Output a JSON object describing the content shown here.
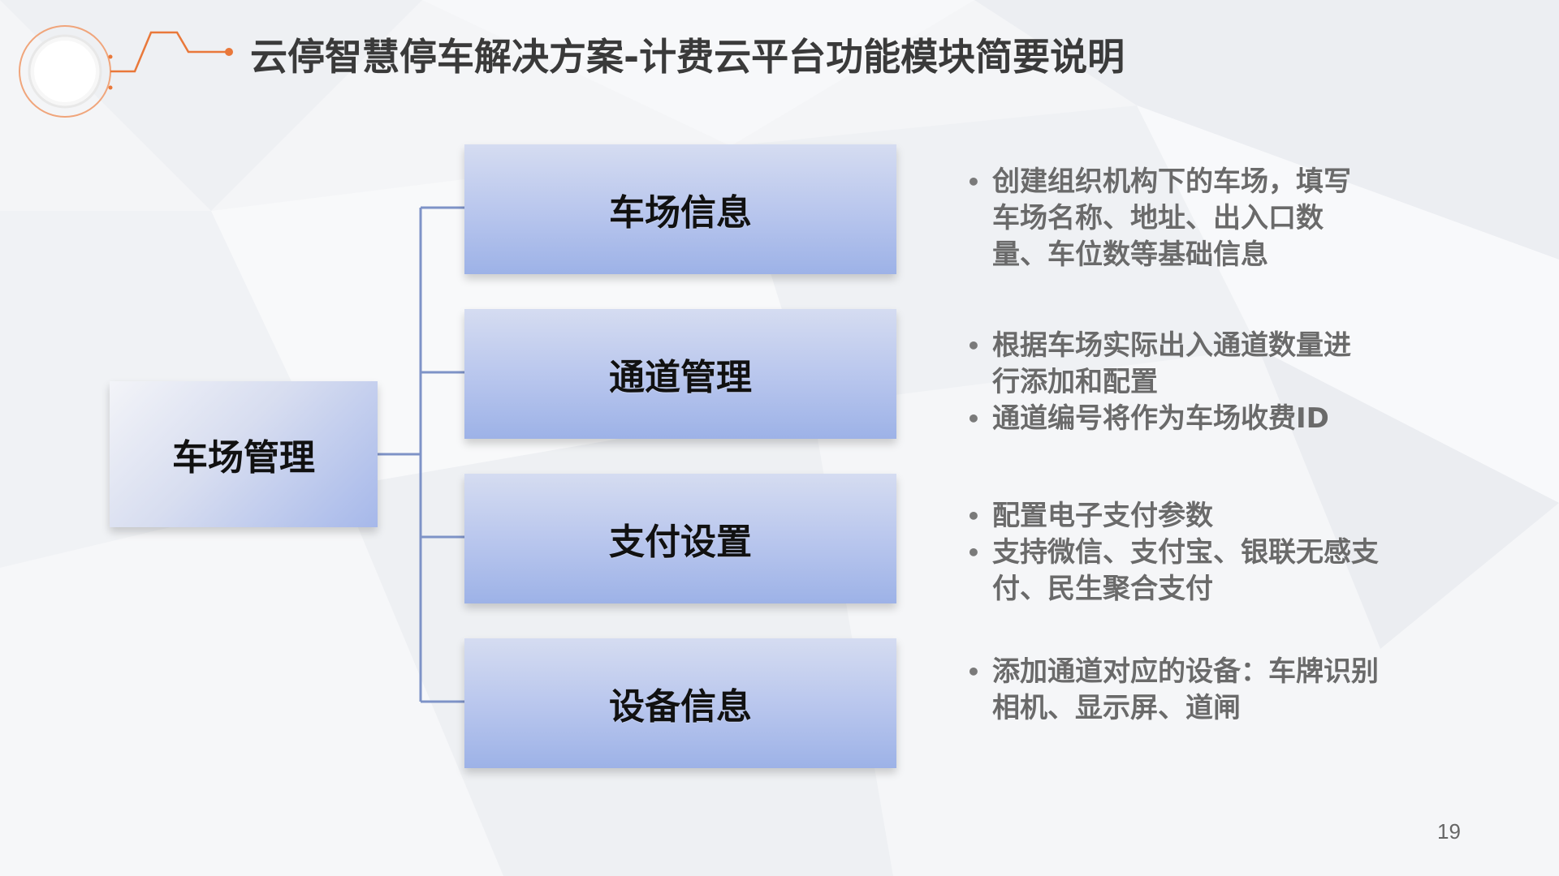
{
  "header": {
    "title": "云停智慧停车解决方案-计费云平台功能模块简要说明"
  },
  "diagram": {
    "root": {
      "label": "车场管理"
    },
    "children": [
      {
        "label": "车场信息",
        "bullets": [
          "创建组织机构下的车场，填写车场名称、地址、出入口数量、车位数等基础信息"
        ]
      },
      {
        "label": "通道管理",
        "bullets": [
          "根据车场实际出入通道数量进行添加和配置",
          "通道编号将作为车场收费ID"
        ]
      },
      {
        "label": "支付设置",
        "bullets": [
          "配置电子支付参数",
          "支持微信、支付宝、银联无感支付、民生聚合支付"
        ]
      },
      {
        "label": "设备信息",
        "bullets": [
          "添加通道对应的设备：车牌识别相机、显示屏、道闸"
        ]
      }
    ]
  },
  "footer": {
    "page_number": "19"
  },
  "colors": {
    "connector": "#7e93c7",
    "accent_orange": "#e9783a",
    "sub_box": "#b7c5ed",
    "root_box": "#a6b8ea",
    "desc_text": "#6a6a6a"
  }
}
